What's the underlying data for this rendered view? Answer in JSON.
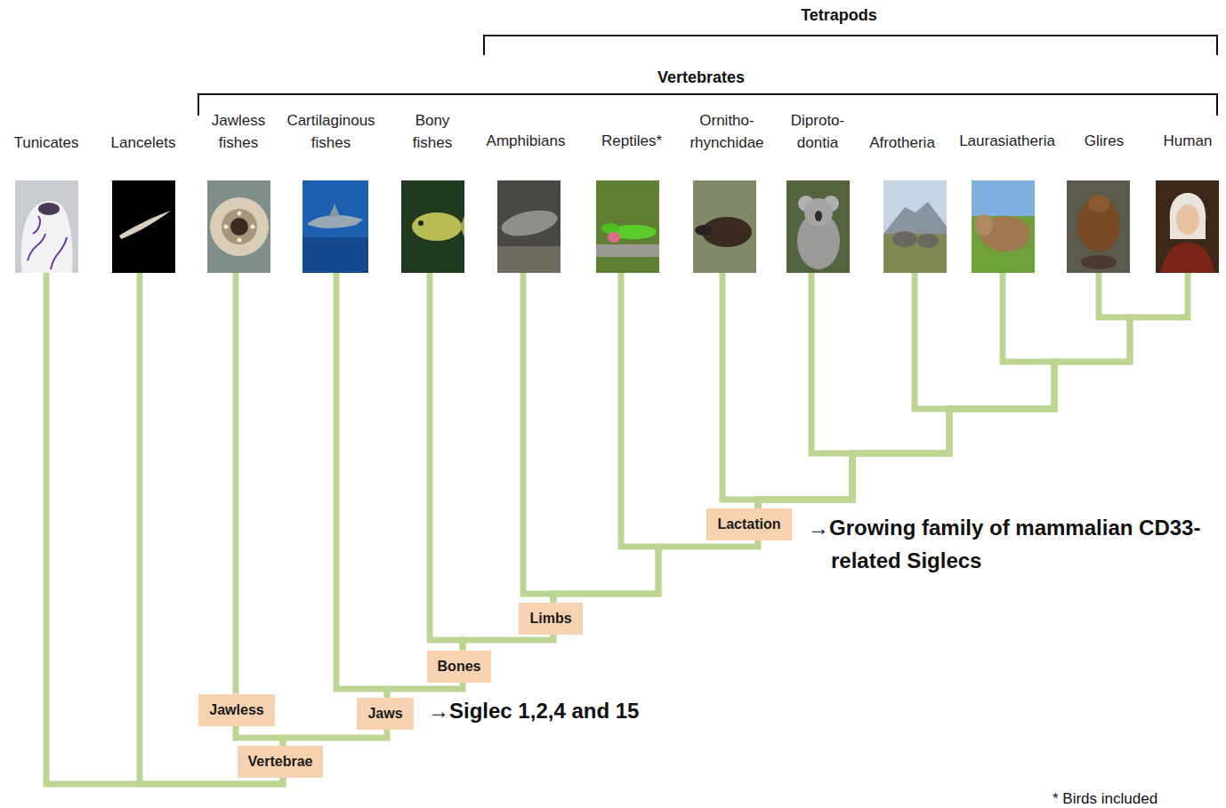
{
  "diagram": {
    "nodes": [
      {
        "text": [
          "Tunicates"
        ]
      },
      {
        "text": [
          "Lancelets"
        ]
      },
      {
        "text": [
          "Jawless fishes"
        ]
      },
      {
        "text": [
          "Cartilaginous fishes"
        ]
      },
      {
        "text": [
          "Bony fishes"
        ]
      },
      {
        "text": [
          "Amphibians"
        ]
      },
      {
        "text": [
          "Reptiles*"
        ]
      },
      {
        "text": [
          "Ornitho- rhynchidae"
        ]
      },
      {
        "text": [
          "Diproto- dontia"
        ]
      },
      {
        "text": [
          "Afrotheria"
        ]
      },
      {
        "text": [
          "Laurasiatheria"
        ]
      },
      {
        "text": [
          "Glires"
        ]
      },
      {
        "text": [
          "Human"
        ]
      },
      {
        "text": [
          "Lactation"
        ]
      },
      {
        "text": [
          "Limbs"
        ]
      },
      {
        "text": [
          "Bones"
        ]
      },
      {
        "text": [
          "Jawless"
        ]
      },
      {
        "text": [
          "Jaws"
        ]
      },
      {
        "text": [
          "Vertebrae"
        ]
      }
    ],
    "edges": [
      {
        "from": 18,
        "to": 0,
        "arrow": "none"
      },
      {
        "from": 18,
        "to": 1,
        "arrow": "none"
      },
      {
        "from": 18,
        "to": 16,
        "arrow": "none"
      },
      {
        "from": 18,
        "to": 17,
        "arrow": "none"
      },
      {
        "from": 16,
        "to": 2,
        "arrow": "none"
      },
      {
        "from": 17,
        "to": 3,
        "arrow": "none"
      },
      {
        "from": 17,
        "to": 15,
        "arrow": "none"
      },
      {
        "from": 15,
        "to": 4,
        "arrow": "none"
      },
      {
        "from": 15,
        "to": 14,
        "arrow": "none"
      },
      {
        "from": 14,
        "to": 5,
        "arrow": "none"
      },
      {
        "from": 14,
        "to": 6,
        "arrow": "none"
      },
      {
        "from": 14,
        "to": 13,
        "arrow": "none"
      },
      {
        "from": 13,
        "to": 7,
        "arrow": "none"
      },
      {
        "from": 13,
        "to": 8,
        "arrow": "none"
      },
      {
        "from": 13,
        "to": 9,
        "arrow": "none"
      },
      {
        "from": 13,
        "to": 10,
        "arrow": "none"
      },
      {
        "from": 13,
        "to": 11,
        "arrow": "none"
      },
      {
        "from": 13,
        "to": 12,
        "arrow": "none"
      }
    ],
    "labels": [
      "Tetrapods",
      "Vertebrates",
      "→Siglec 1,2,4 and 15",
      "→Growing family of mammalian CD33-related Siglecs",
      "* Birds included"
    ]
  }
}
